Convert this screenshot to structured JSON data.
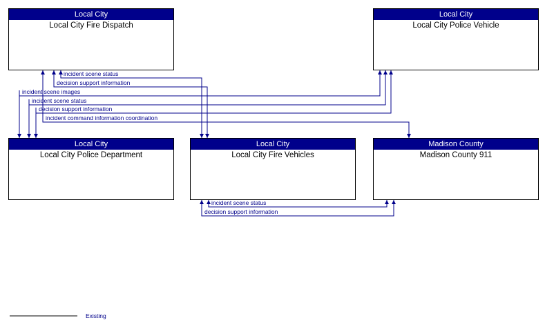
{
  "diagram": {
    "boxes": [
      {
        "id": "local-city-fire-dispatch",
        "header": "Local City",
        "title": "Local City Fire Dispatch"
      },
      {
        "id": "local-city-police-vehicle",
        "header": "Local City",
        "title": "Local City Police Vehicle"
      },
      {
        "id": "local-city-police-department",
        "header": "Local City",
        "title": "Local City Police Department"
      },
      {
        "id": "local-city-fire-vehicles",
        "header": "Local City",
        "title": "Local City Fire Vehicles"
      },
      {
        "id": "madison-county-911",
        "header": "Madison County",
        "title": "Madison County 911"
      }
    ],
    "flows": [
      {
        "label": "incident scene status",
        "between": [
          "Local City Fire Vehicles",
          "Local City Fire Dispatch"
        ]
      },
      {
        "label": "decision support information",
        "between": [
          "Local City Fire Dispatch",
          "Local City Fire Vehicles"
        ]
      },
      {
        "label": "incident scene images",
        "between": [
          "Local City Police Vehicle",
          "Local City Police Department"
        ]
      },
      {
        "label": "incident scene status",
        "between": [
          "Local City Police Vehicle",
          "Local City Police Department"
        ]
      },
      {
        "label": "decision support information",
        "between": [
          "Local City Police Department",
          "Local City Police Vehicle"
        ]
      },
      {
        "label": "incident command information coordination",
        "between": [
          "Local City Fire Dispatch",
          "Madison County 911"
        ]
      },
      {
        "label": "incident scene status",
        "between": [
          "Local City Fire Vehicles",
          "Madison County 911"
        ]
      },
      {
        "label": "decision support information",
        "between": [
          "Madison County 911",
          "Local City Fire Vehicles"
        ]
      }
    ],
    "legend": {
      "line_style": "solid",
      "label": "Existing"
    },
    "colors": {
      "header_bg": "#00008B",
      "header_text": "#FFFFFF",
      "flow": "#00008B",
      "box_border": "#000000",
      "legend_line": "#000000"
    }
  }
}
